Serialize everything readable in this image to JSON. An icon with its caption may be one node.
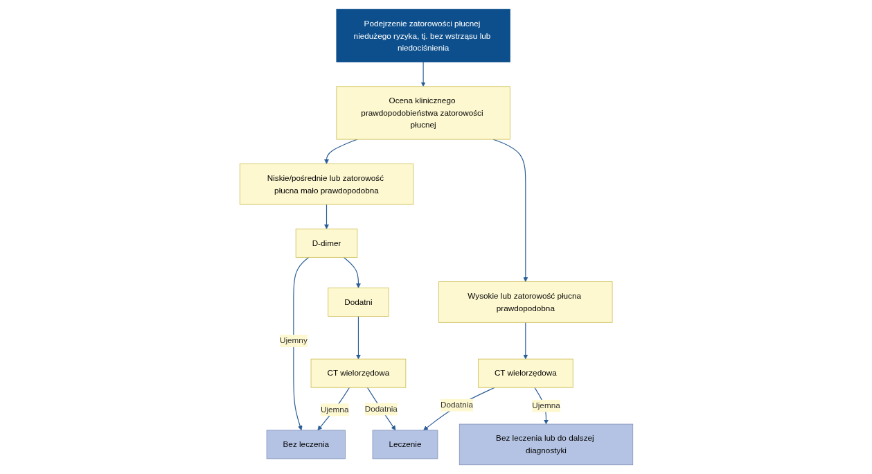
{
  "diagram": {
    "nodes": [
      {
        "text": [
          "Podejrzenie zatorowości płucnej niedużego ryzyka, tj. bez wstrząsu lub niedociśnienia"
        ]
      },
      {
        "text": [
          "Ocena klinicznego prawdopodobieństwa zatorowości płucnej"
        ]
      },
      {
        "text": [
          "Niskie/pośrednie lub zatorowość płucna mało prawdopodobna"
        ]
      },
      {
        "text": [
          "Wysokie lub zatorowość płucna prawdopodobna"
        ]
      },
      {
        "text": [
          "D-dimer"
        ]
      },
      {
        "text": [
          "Dodatni"
        ]
      },
      {
        "text": [
          "CT wielorzędowa"
        ]
      },
      {
        "text": [
          "CT wielorzędowa"
        ]
      },
      {
        "text": [
          "Bez leczenia"
        ]
      },
      {
        "text": [
          "Leczenie"
        ]
      },
      {
        "text": [
          "Bez leczenia lub do dalszej diagnostyki"
        ]
      }
    ],
    "edges": [
      {
        "from": 0,
        "to": 1,
        "arrow": "to"
      },
      {
        "from": 1,
        "to": 2,
        "arrow": "to"
      },
      {
        "from": 1,
        "to": 3,
        "arrow": "to"
      },
      {
        "from": 2,
        "to": 4,
        "arrow": "to"
      },
      {
        "from": 4,
        "to": 5,
        "arrow": "to"
      },
      {
        "from": 4,
        "to": 8,
        "arrow": "to",
        "label": "Ujemny"
      },
      {
        "from": 5,
        "to": 6,
        "arrow": "to"
      },
      {
        "from": 6,
        "to": 8,
        "arrow": "to",
        "label": "Ujemna"
      },
      {
        "from": 6,
        "to": 9,
        "arrow": "to",
        "label": "Dodatnia"
      },
      {
        "from": 3,
        "to": 7,
        "arrow": "to"
      },
      {
        "from": 7,
        "to": 9,
        "arrow": "to",
        "label": "Dodatnia"
      },
      {
        "from": 7,
        "to": 10,
        "arrow": "to",
        "label": "Ujemna"
      }
    ]
  }
}
